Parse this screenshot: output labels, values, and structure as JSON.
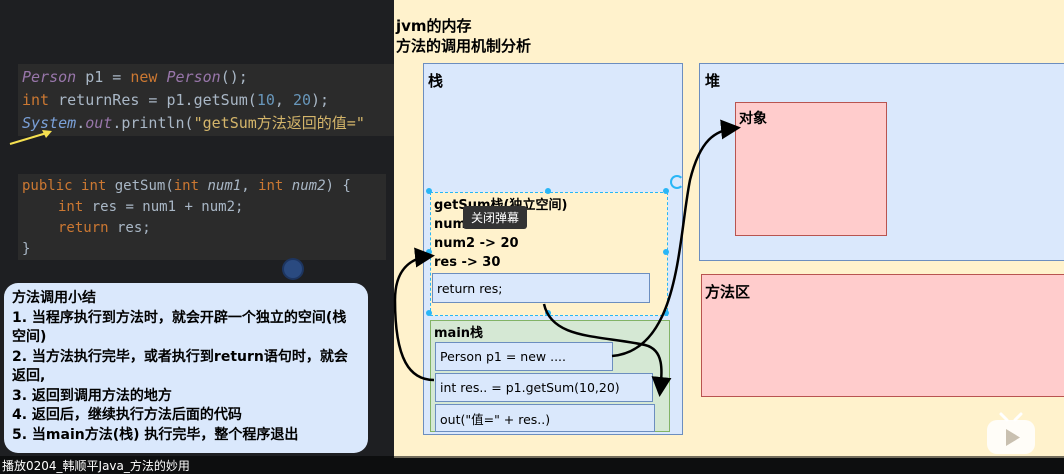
{
  "code_top": {
    "line1": {
      "type": "Person",
      "var": " p1 = ",
      "kw": "new ",
      "type2": "Person",
      "rest": "();"
    },
    "line2": {
      "kw": "int",
      "rest": " returnRes = p1.getSum(",
      "a": "10",
      "sep": ", ",
      "b": "20",
      "end": ");"
    },
    "line3": {
      "cls": "System",
      "dot": ".",
      "field": "out",
      "call": ".println(",
      "str": "\"getSum方法返回的值=\""
    }
  },
  "code_method": {
    "line1": {
      "kw1": "public ",
      "kw2": "int",
      "name": " getSum(",
      "kw3": "int",
      "p1": " num1",
      "comma": ", ",
      "kw4": "int",
      "p2": " num2",
      "end": ") {"
    },
    "line2": {
      "kw": "int",
      "rest": " res = num1 + num2;"
    },
    "line3": {
      "kw": "return",
      "rest": " res;"
    },
    "line4": "}"
  },
  "summary": {
    "title": "方法调用小结",
    "items": [
      "1. 当程序执行到方法时，就会开辟一个独立的空间(栈空间)",
      "2. 当方法执行完毕，或者执行到return语句时，就会返回,",
      "3. 返回到调用方法的地方",
      "4. 返回后，继续执行方法后面的代码",
      "5. 当main方法(栈) 执行完毕，整个程序退出"
    ]
  },
  "diagram": {
    "title_line1": "jvm的内存",
    "title_line2": "方法的调用机制分析",
    "stack_label": "栈",
    "heap_label": "堆",
    "object_label": "对象",
    "method_area_label": "方法区",
    "getsum_frame": {
      "line1": "getSum栈(独立空间)",
      "line2": "num1 -> 10",
      "line3": "num2 -> 20",
      "line4": "res -> 30",
      "return_box": "return res;"
    },
    "main_frame": {
      "label": "main栈",
      "row1": "Person p1 = new ....",
      "row2": "int res.. = p1.getSum(10,20)",
      "row3": "out(\"值=\" + res..)"
    }
  },
  "tooltip": "关闭弹幕",
  "bottom_title": "播放0204_韩顺平Java_方法的妙用",
  "colors": {
    "stack_bg": "#dae8fc",
    "heap_bg": "#dae8fc",
    "object_bg": "#ffcccc",
    "method_area_bg": "#ffcccc",
    "panel_bg": "#fff2cc",
    "frame_bg": "#fff2cc",
    "main_bg": "#d5e8d4",
    "summary_bg": "#dae8fc"
  }
}
